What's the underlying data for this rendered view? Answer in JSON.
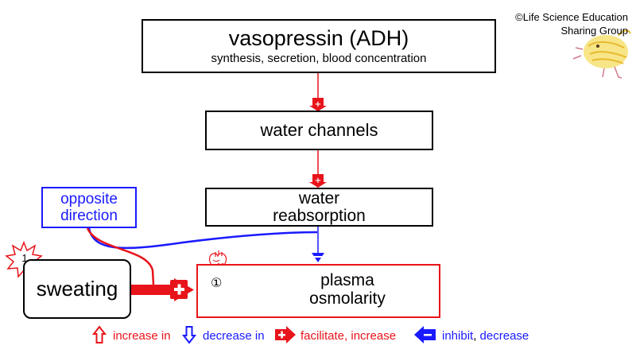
{
  "copyright": {
    "line1": "©Life Science Education",
    "line2": "Sharing Group"
  },
  "nodes": {
    "adh": {
      "title": "vasopressin (ADH)",
      "subtitle": "synthesis, secretion, blood concentration"
    },
    "water_channels": {
      "label": "water channels"
    },
    "water_reabsorption": {
      "line1": "water",
      "line2": "reabsorption"
    },
    "opposite_direction": {
      "line1": "opposite",
      "line2": "direction"
    },
    "sweating": {
      "label": "sweating",
      "badge": "1"
    },
    "plasma_osmolarity": {
      "line1": "plasma",
      "line2": "osmolarity",
      "marker": "①"
    }
  },
  "legend": {
    "increase": "increase in",
    "decrease": "decrease in",
    "facilitate": "facilitate, increase",
    "inhibit": "inhibit",
    "inhibit_sep": ", ",
    "decrease2": "decrease"
  },
  "colors": {
    "red": "#e8141b",
    "blue": "#1a1aff",
    "black": "#000000"
  }
}
